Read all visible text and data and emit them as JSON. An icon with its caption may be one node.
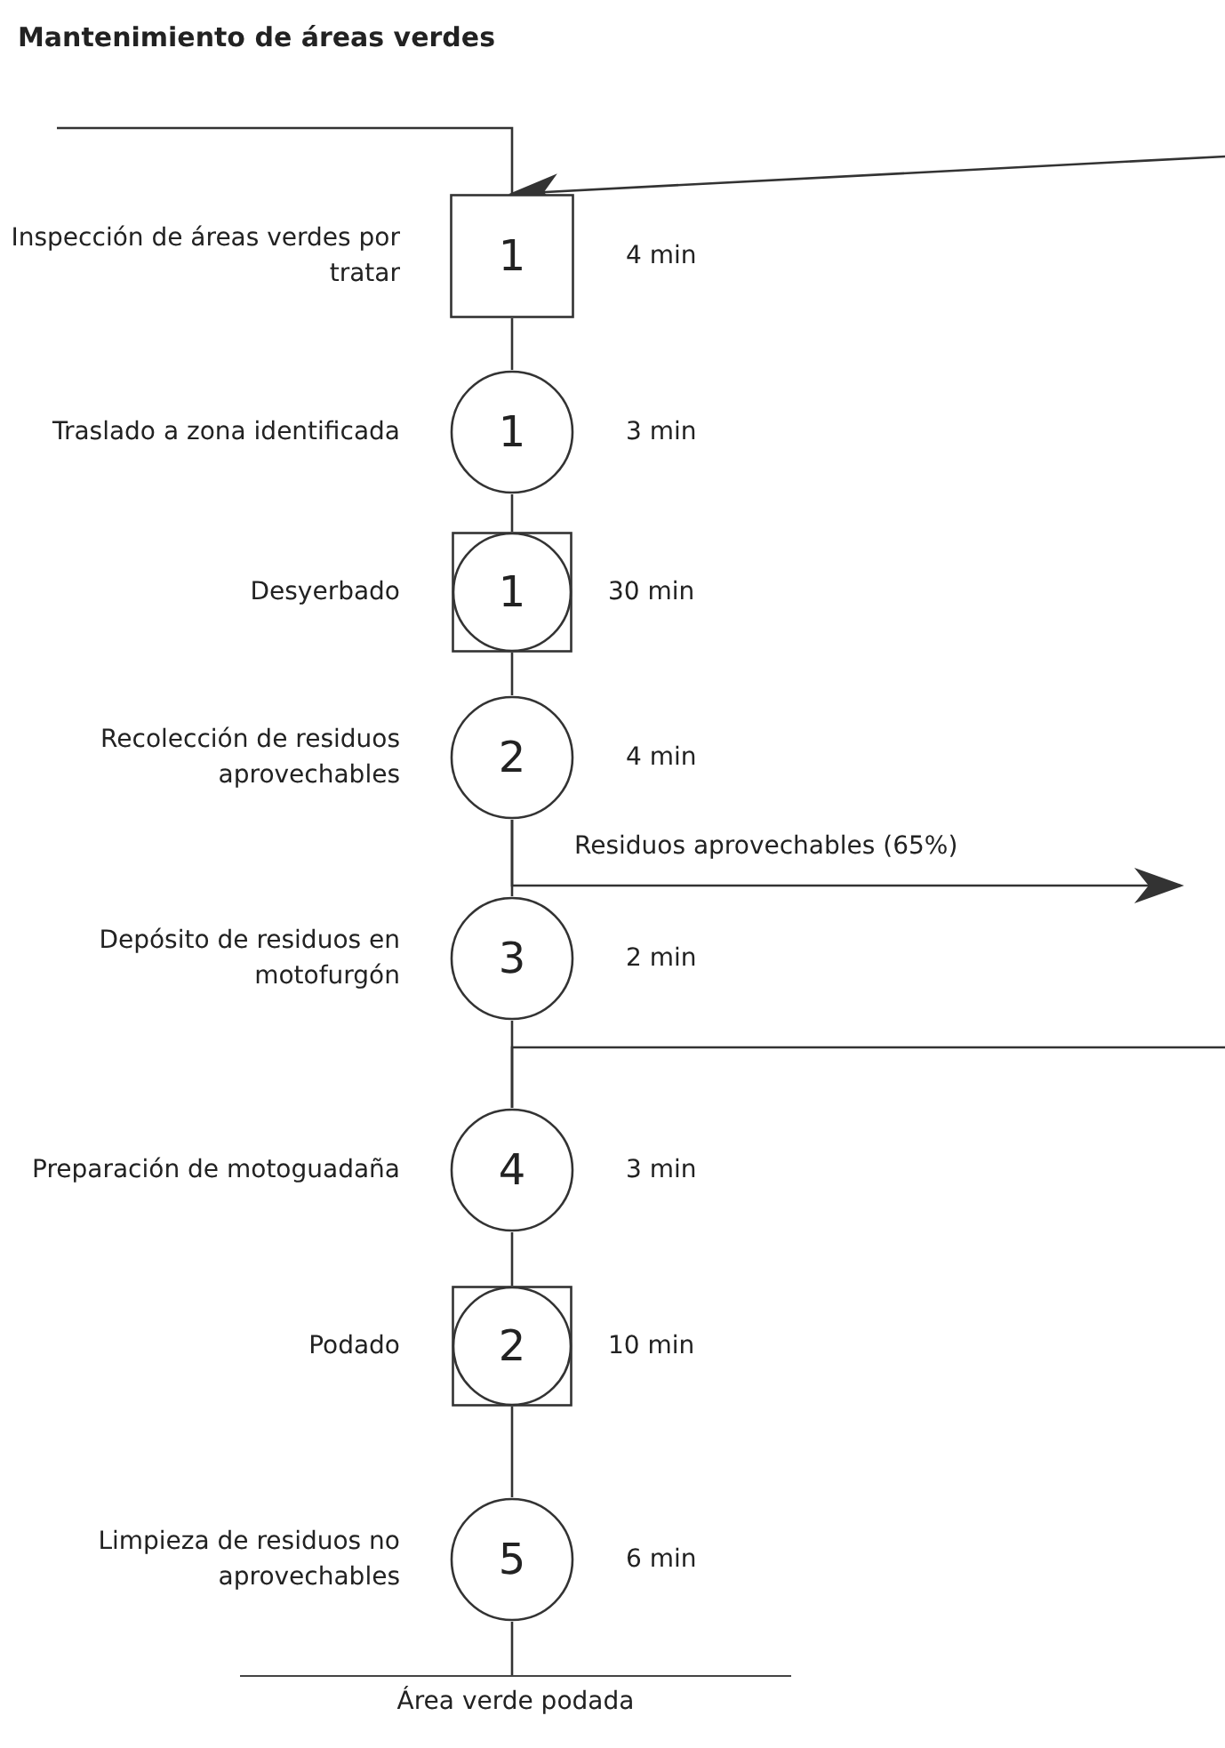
{
  "diagram": {
    "title": "Mantenimiento de áreas verdes",
    "nodes": [
      {
        "text": [
          "1"
        ],
        "beside": [
          "Inspección de áreas verdes por tratar",
          "4 min"
        ]
      },
      {
        "text": [
          "1"
        ],
        "beside": [
          "Traslado a zona identificada",
          "3 min"
        ]
      },
      {
        "text": [
          "1"
        ],
        "beside": [
          "Desyerbado",
          "30 min"
        ]
      },
      {
        "text": [
          "2"
        ],
        "beside": [
          "Recolección de residuos aprovechables",
          "4 min"
        ]
      },
      {
        "text": [
          "3"
        ],
        "beside": [
          "Depósito de residuos en motofurgón",
          "2 min"
        ]
      },
      {
        "text": [
          "4"
        ],
        "beside": [
          "Preparación de motoguadaña",
          "3 min"
        ]
      },
      {
        "text": [
          "2"
        ],
        "beside": [
          "Podado",
          "10 min"
        ]
      },
      {
        "text": [
          "5"
        ],
        "beside": [
          "Limpieza de residuos no aprovechables",
          "6 min"
        ]
      },
      {
        "text": [
          "Área verde podada"
        ]
      }
    ],
    "edges": [
      {
        "from": null,
        "to": 0,
        "arrow": "none"
      },
      {
        "from": null,
        "to": 0,
        "arrow": "to"
      },
      {
        "from": 0,
        "to": 1,
        "arrow": "none"
      },
      {
        "from": 1,
        "to": 2,
        "arrow": "none"
      },
      {
        "from": 2,
        "to": 3,
        "arrow": "none"
      },
      {
        "from": 3,
        "to": null,
        "arrow": "to",
        "label": "Residuos aprovechables (65%)"
      },
      {
        "from": 3,
        "to": 4,
        "arrow": "none"
      },
      {
        "from": 4,
        "to": 5,
        "arrow": "none"
      },
      {
        "from": null,
        "to": 5,
        "arrow": "none"
      },
      {
        "from": 5,
        "to": 6,
        "arrow": "none"
      },
      {
        "from": 6,
        "to": 7,
        "arrow": "none"
      },
      {
        "from": 7,
        "to": 8,
        "arrow": "none"
      }
    ]
  }
}
